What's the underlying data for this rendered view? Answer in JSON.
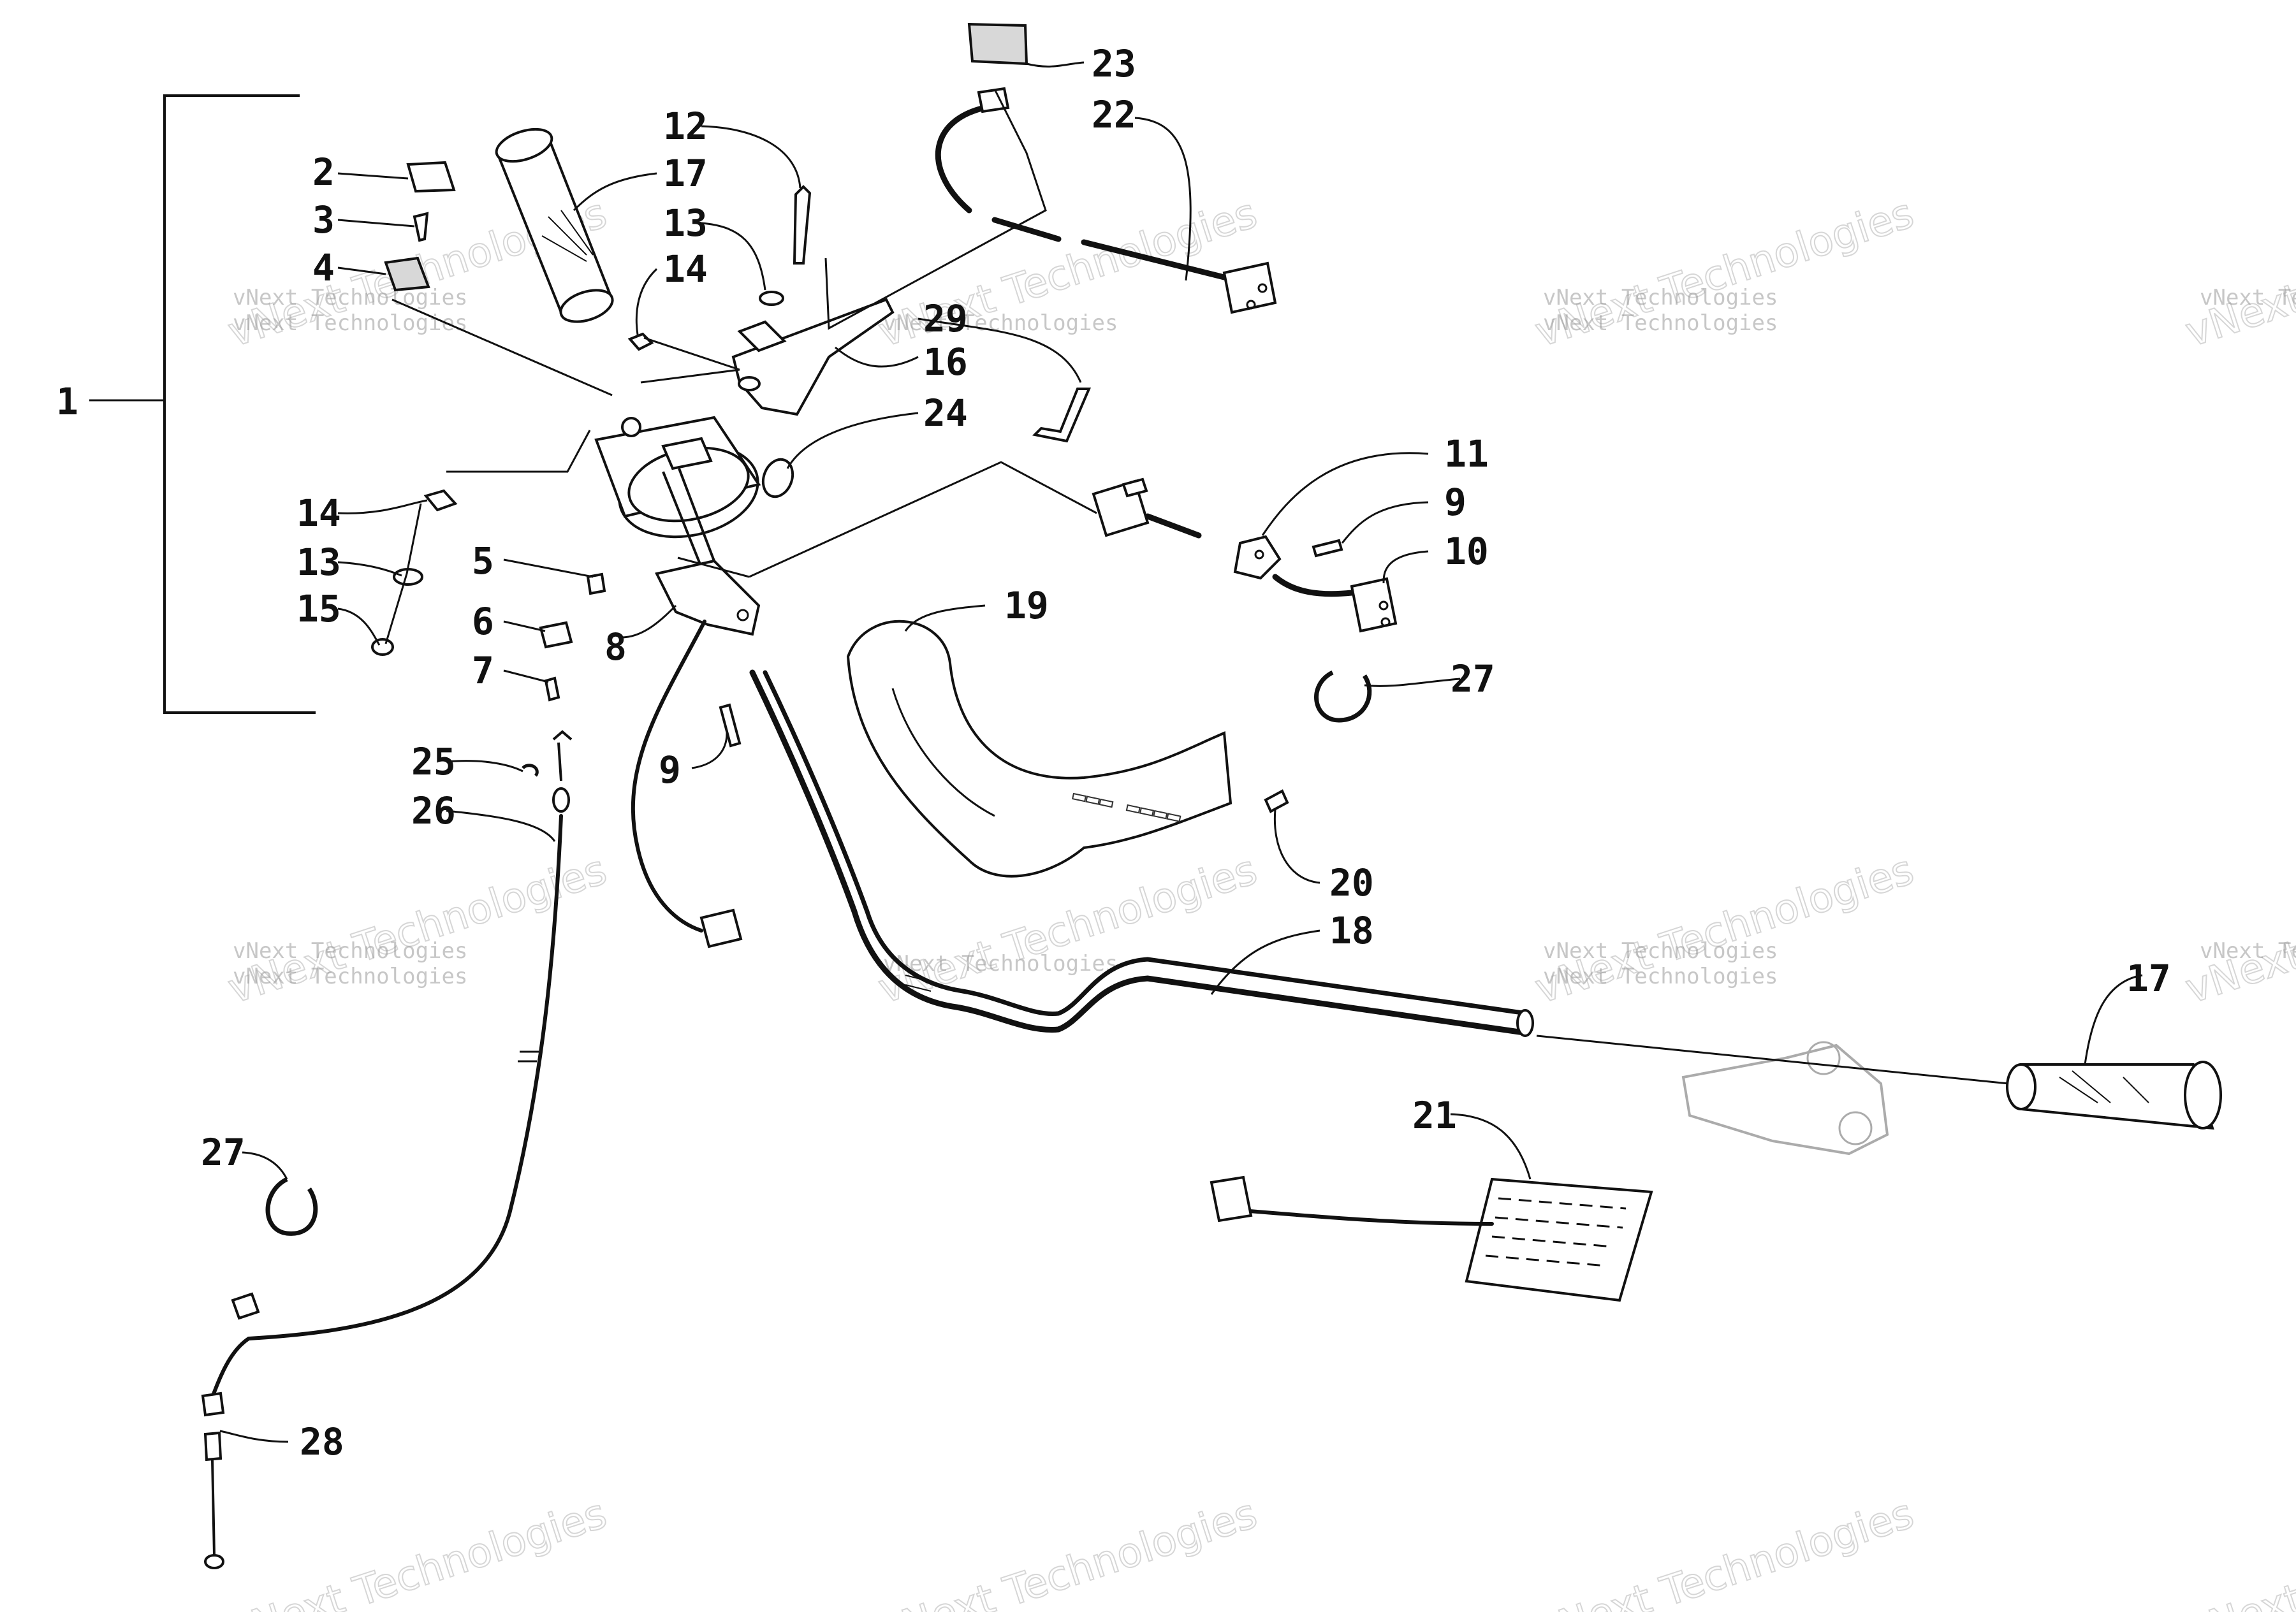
{
  "watermark": {
    "small_text": "vNext Technologies",
    "large_text": "vNext Technologies"
  },
  "callouts": [
    {
      "id": "c1",
      "label": "1"
    },
    {
      "id": "c2",
      "label": "2"
    },
    {
      "id": "c3",
      "label": "3"
    },
    {
      "id": "c4",
      "label": "4"
    },
    {
      "id": "c5",
      "label": "5"
    },
    {
      "id": "c6",
      "label": "6"
    },
    {
      "id": "c7",
      "label": "7"
    },
    {
      "id": "c8",
      "label": "8"
    },
    {
      "id": "c9a",
      "label": "9"
    },
    {
      "id": "c9b",
      "label": "9"
    },
    {
      "id": "c10",
      "label": "10"
    },
    {
      "id": "c11",
      "label": "11"
    },
    {
      "id": "c12",
      "label": "12"
    },
    {
      "id": "c13a",
      "label": "13"
    },
    {
      "id": "c13b",
      "label": "13"
    },
    {
      "id": "c14a",
      "label": "14"
    },
    {
      "id": "c14b",
      "label": "14"
    },
    {
      "id": "c15",
      "label": "15"
    },
    {
      "id": "c16",
      "label": "16"
    },
    {
      "id": "c17a",
      "label": "17"
    },
    {
      "id": "c17b",
      "label": "17"
    },
    {
      "id": "c18",
      "label": "18"
    },
    {
      "id": "c19",
      "label": "19"
    },
    {
      "id": "c20",
      "label": "20"
    },
    {
      "id": "c21",
      "label": "21"
    },
    {
      "id": "c22",
      "label": "22"
    },
    {
      "id": "c23",
      "label": "23"
    },
    {
      "id": "c24",
      "label": "24"
    },
    {
      "id": "c25",
      "label": "25"
    },
    {
      "id": "c26",
      "label": "26"
    },
    {
      "id": "c27a",
      "label": "27"
    },
    {
      "id": "c27b",
      "label": "27"
    },
    {
      "id": "c28",
      "label": "28"
    },
    {
      "id": "c29",
      "label": "29"
    }
  ]
}
